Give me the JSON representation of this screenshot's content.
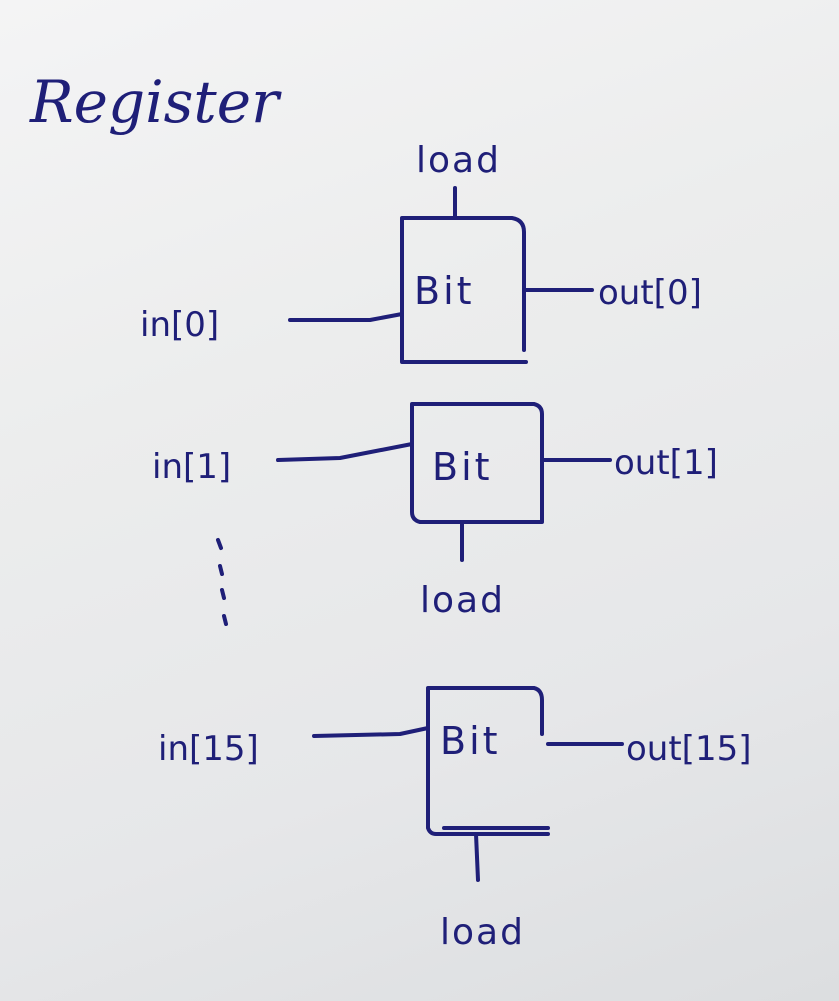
{
  "title": "Register",
  "ink_color": "#1f1f78",
  "cells": [
    {
      "input": "in[0]",
      "label": "Bit",
      "output": "out[0]",
      "load": "load",
      "load_side": "top"
    },
    {
      "input": "in[1]",
      "label": "Bit",
      "output": "out[1]",
      "load": "load",
      "load_side": "bottom"
    },
    {
      "input": "in[15]",
      "label": "Bit",
      "output": "out[15]",
      "load": "load",
      "load_side": "bottom"
    }
  ]
}
